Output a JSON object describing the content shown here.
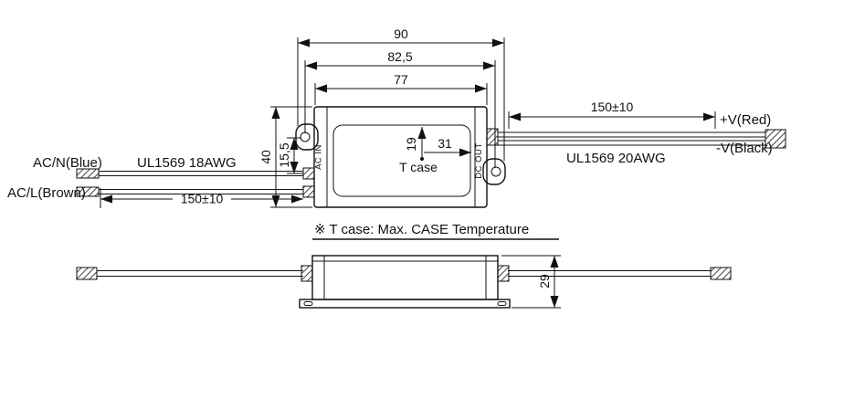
{
  "top_view": {
    "dims": {
      "overall_width": "90",
      "mounting_pitch": "82,5",
      "body_width": "77",
      "body_depth": "40",
      "wire_exit_offset": "15,5",
      "tc_point_x": "19",
      "tc_point_y": "31",
      "input_wire_length": "150±10",
      "output_wire_length": "150±10"
    },
    "labels": {
      "ac_in_port": "AC IN",
      "dc_out_port": "DC OUT",
      "t_case_point": "T case",
      "ac_neutral_wire": "AC/N(Blue)",
      "ac_line_wire": "AC/L(Brown)",
      "input_wire_spec": "UL1569 18AWG",
      "output_wire_spec": "UL1569 20AWG",
      "output_positive": "+V(Red)",
      "output_negative": "-V(Black)"
    }
  },
  "side_view": {
    "dims": {
      "overall_height": "29"
    }
  },
  "note": "※ T case: Max. CASE Temperature",
  "colors": {
    "line": "#111111",
    "background": "#ffffff"
  }
}
